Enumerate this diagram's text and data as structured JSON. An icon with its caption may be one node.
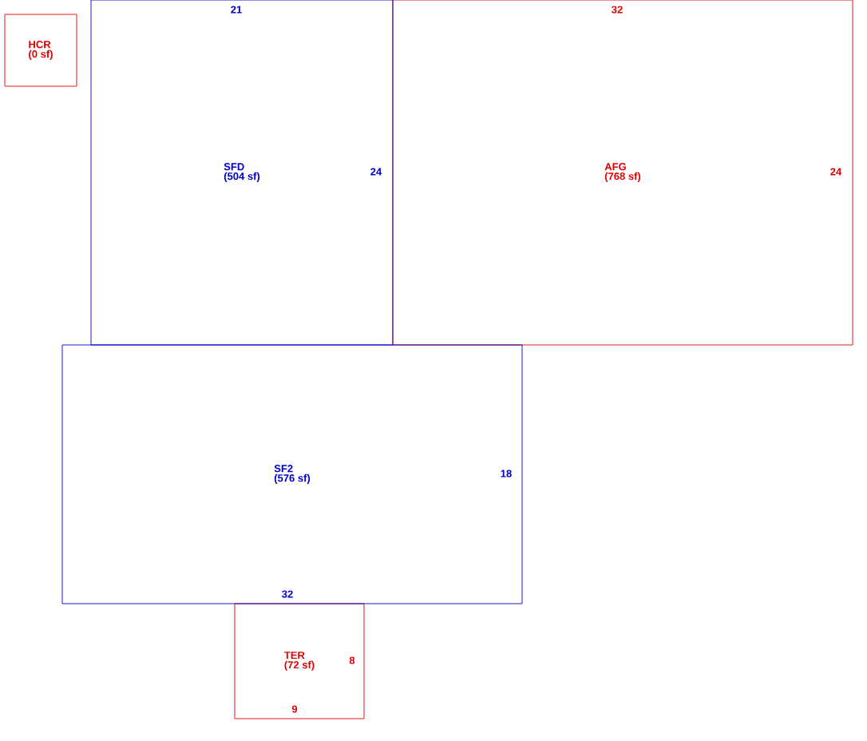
{
  "diagram": {
    "nodes": [
      {
        "text": [
          "HCR",
          "(0 sf)"
        ]
      },
      {
        "text": [
          "SFD",
          "(504 sf)"
        ]
      },
      {
        "text": [
          "AFG",
          "(768 sf)"
        ]
      },
      {
        "text": [
          "SF2",
          "(576 sf)"
        ]
      },
      {
        "text": [
          "TER",
          "(72 sf)"
        ]
      }
    ],
    "labels": [
      "21",
      "32",
      "24",
      "24",
      "18",
      "32",
      "8",
      "9"
    ]
  }
}
